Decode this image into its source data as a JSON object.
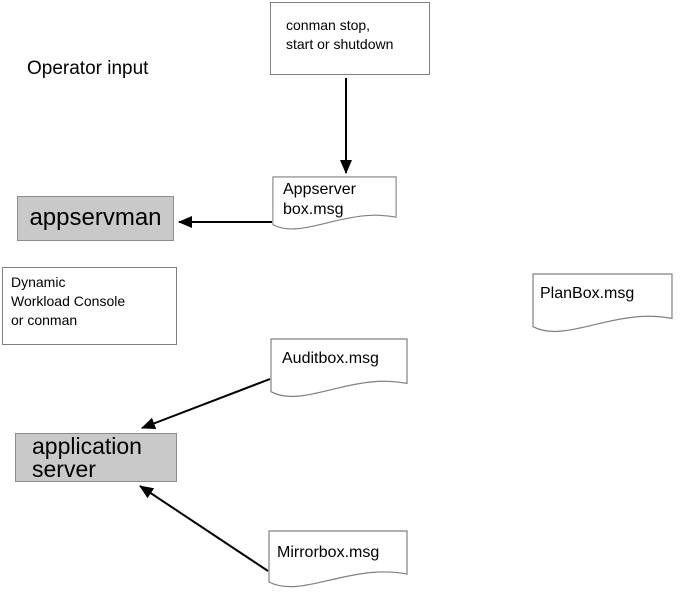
{
  "labels": {
    "operator_input": "Operator input"
  },
  "nodes": {
    "conman_command": {
      "line1": "conman stop,",
      "line2": "start or shutdown"
    },
    "appserver_box_msg": {
      "line1": "Appserver",
      "line2": "box.msg"
    },
    "appservman": {
      "label": "appservman"
    },
    "dynamic_workload_console": {
      "line1": "Dynamic",
      "line2": "Workload Console",
      "line3": "or conman"
    },
    "planbox_msg": {
      "label": "PlanBox.msg"
    },
    "auditbox_msg": {
      "label": "Auditbox.msg"
    },
    "application_server": {
      "line1": "application",
      "line2": "server"
    },
    "mirrorbox_msg": {
      "label": "Mirrorbox.msg"
    }
  },
  "colors": {
    "background": "#ffffff",
    "gray_node_fill": "#c9c9c9",
    "node_border": "#808080",
    "arrow": "#000000",
    "text": "#000000"
  }
}
